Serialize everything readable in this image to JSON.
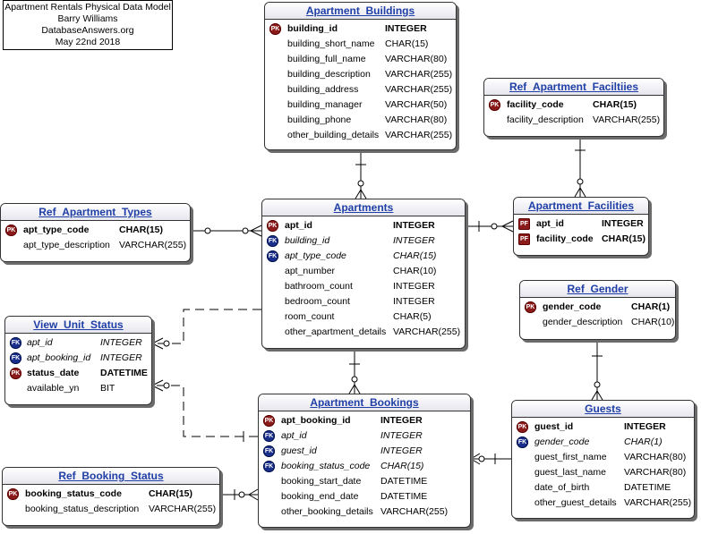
{
  "note": {
    "line1": "Apartment Rentals Physical Data Model",
    "line2": "Barry Williams",
    "line3": "DatabaseAnswers.org",
    "line4": "May 22nd 2018"
  },
  "entities": {
    "apartment_buildings": {
      "title": "Apartment_Buildings",
      "rows": [
        {
          "key": "PK",
          "name": "building_id",
          "type": "INTEGER"
        },
        {
          "key": "",
          "name": "building_short_name",
          "type": "CHAR(15)"
        },
        {
          "key": "",
          "name": "building_full_name",
          "type": "VARCHAR(80)"
        },
        {
          "key": "",
          "name": "building_description",
          "type": "VARCHAR(255)"
        },
        {
          "key": "",
          "name": "building_address",
          "type": "VARCHAR(255)"
        },
        {
          "key": "",
          "name": "building_manager",
          "type": "VARCHAR(50)"
        },
        {
          "key": "",
          "name": "building_phone",
          "type": "VARCHAR(80)"
        },
        {
          "key": "",
          "name": "other_building_details",
          "type": "VARCHAR(255)"
        }
      ]
    },
    "ref_apartment_facilities": {
      "title": "Ref_Apartment_Faciltiies",
      "rows": [
        {
          "key": "PK",
          "name": "facility_code",
          "type": "CHAR(15)"
        },
        {
          "key": "",
          "name": "facility_description",
          "type": "VARCHAR(255)"
        }
      ]
    },
    "ref_apartment_types": {
      "title": "Ref_Apartment_Types",
      "rows": [
        {
          "key": "PK",
          "name": "apt_type_code",
          "type": "CHAR(15)"
        },
        {
          "key": "",
          "name": "apt_type_description",
          "type": "VARCHAR(255)"
        }
      ]
    },
    "apartments": {
      "title": "Apartments",
      "rows": [
        {
          "key": "PK",
          "name": "apt_id",
          "type": "INTEGER"
        },
        {
          "key": "FK",
          "name": "building_id",
          "type": "INTEGER"
        },
        {
          "key": "FK",
          "name": "apt_type_code",
          "type": "CHAR(15)"
        },
        {
          "key": "",
          "name": "apt_number",
          "type": "CHAR(10)"
        },
        {
          "key": "",
          "name": "bathroom_count",
          "type": "INTEGER"
        },
        {
          "key": "",
          "name": "bedroom_count",
          "type": "INTEGER"
        },
        {
          "key": "",
          "name": "room_count",
          "type": "CHAR(5)"
        },
        {
          "key": "",
          "name": "other_apartment_details",
          "type": "VARCHAR(255)"
        }
      ]
    },
    "apartment_facilities": {
      "title": "Apartment_Facilities",
      "rows": [
        {
          "key": "PF",
          "name": "apt_id",
          "type": "INTEGER"
        },
        {
          "key": "PF",
          "name": "facility_code",
          "type": "CHAR(15)"
        }
      ]
    },
    "ref_gender": {
      "title": "Ref_Gender",
      "rows": [
        {
          "key": "PK",
          "name": "gender_code",
          "type": "CHAR(1)"
        },
        {
          "key": "",
          "name": "gender_description",
          "type": "CHAR(10)"
        }
      ]
    },
    "view_unit_status": {
      "title": "View_Unit_Status",
      "rows": [
        {
          "key": "FK",
          "name": "apt_id",
          "type": "INTEGER"
        },
        {
          "key": "FK",
          "name": "apt_booking_id",
          "type": "INTEGER"
        },
        {
          "key": "PK",
          "name": "status_date",
          "type": "DATETIME"
        },
        {
          "key": "",
          "name": "available_yn",
          "type": "BIT"
        }
      ]
    },
    "apartment_bookings": {
      "title": "Apartment_Bookings",
      "rows": [
        {
          "key": "PK",
          "name": "apt_booking_id",
          "type": "INTEGER"
        },
        {
          "key": "FK",
          "name": "apt_id",
          "type": "INTEGER"
        },
        {
          "key": "FK",
          "name": "guest_id",
          "type": "INTEGER"
        },
        {
          "key": "FK",
          "name": "booking_status_code",
          "type": "CHAR(15)"
        },
        {
          "key": "",
          "name": "booking_start_date",
          "type": "DATETIME"
        },
        {
          "key": "",
          "name": "booking_end_date",
          "type": "DATETIME"
        },
        {
          "key": "",
          "name": "other_booking_details",
          "type": "VARCHAR(255)"
        }
      ]
    },
    "guests": {
      "title": "Guests",
      "rows": [
        {
          "key": "PK",
          "name": "guest_id",
          "type": "INTEGER"
        },
        {
          "key": "FK",
          "name": "gender_code",
          "type": "CHAR(1)"
        },
        {
          "key": "",
          "name": "guest_first_name",
          "type": "VARCHAR(80)"
        },
        {
          "key": "",
          "name": "guest_last_name",
          "type": "VARCHAR(80)"
        },
        {
          "key": "",
          "name": "date_of_birth",
          "type": "DATETIME"
        },
        {
          "key": "",
          "name": "other_guest_details",
          "type": "VARCHAR(255)"
        }
      ]
    },
    "ref_booking_status": {
      "title": "Ref_Booking_Status",
      "rows": [
        {
          "key": "PK",
          "name": "booking_status_code",
          "type": "CHAR(15)"
        },
        {
          "key": "",
          "name": "booking_status_description",
          "type": "VARCHAR(255)"
        }
      ]
    }
  }
}
